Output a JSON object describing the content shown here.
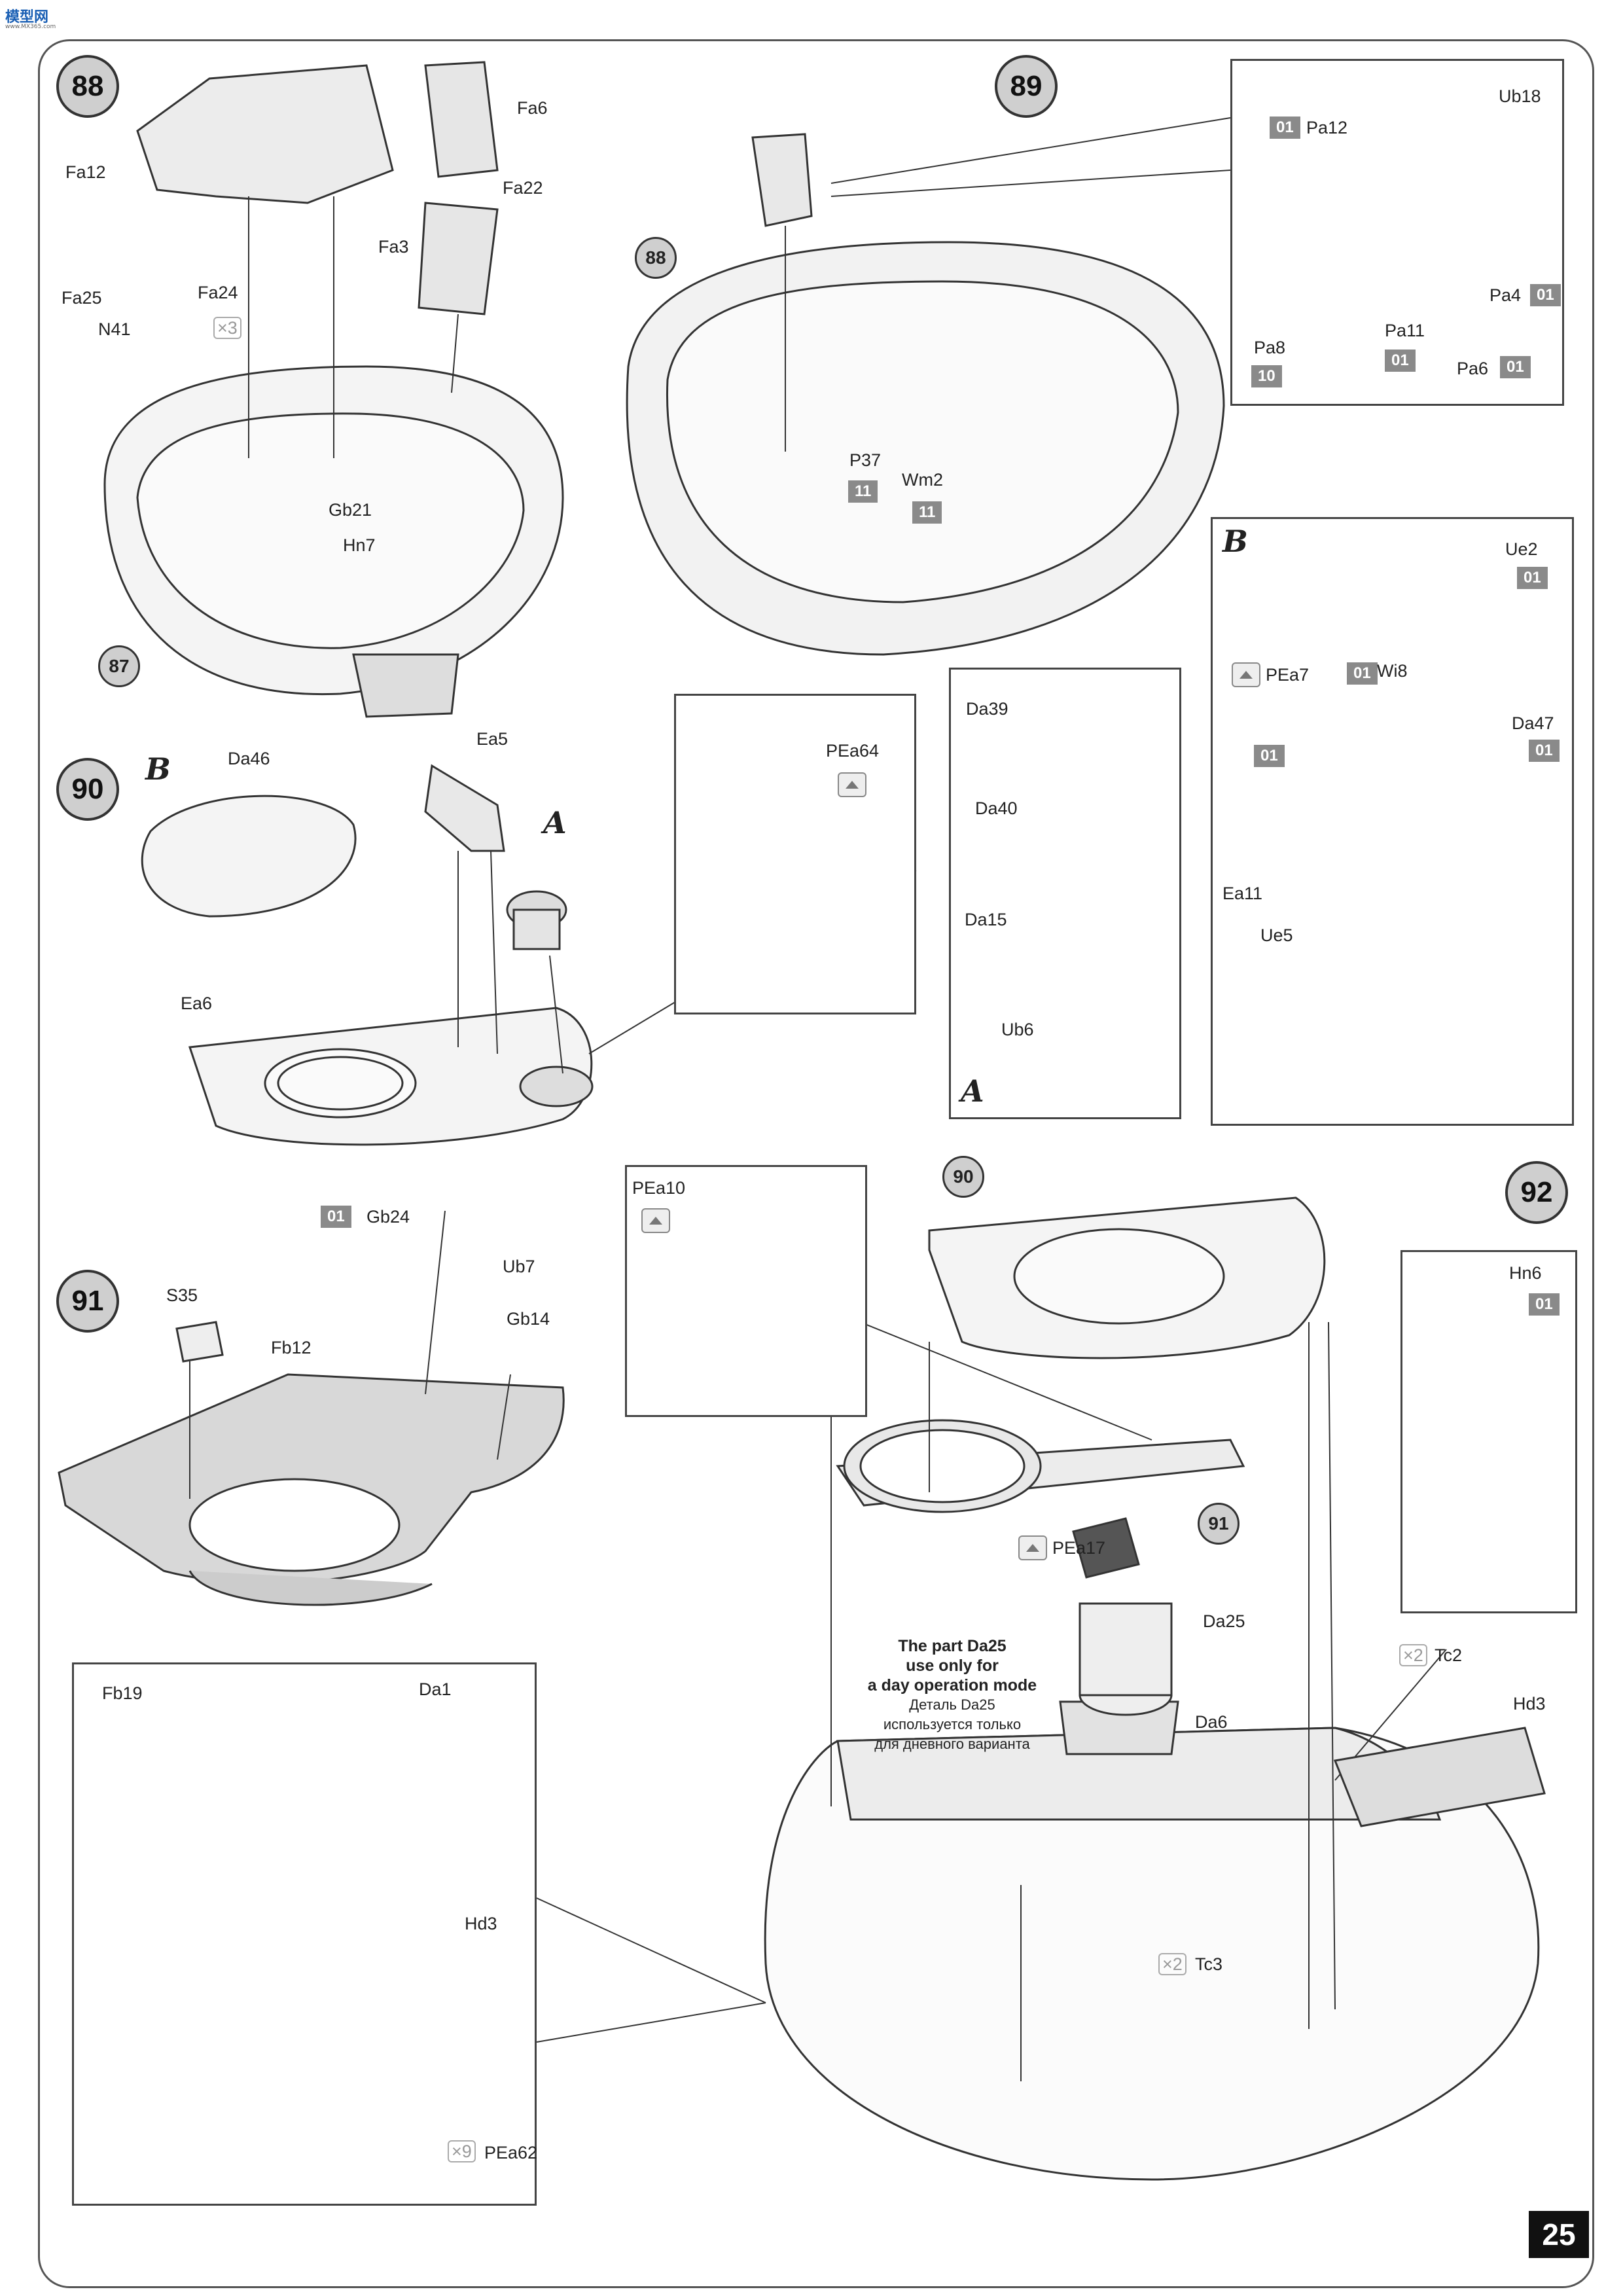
{
  "header": {
    "logo_text": "模型网",
    "logo_sub": "www.MX365.com"
  },
  "page_number": "25",
  "steps": {
    "s88": "88",
    "s89": "89",
    "s90": "90",
    "s91": "91",
    "s92": "92"
  },
  "refs": {
    "r87": "87",
    "r88": "88",
    "r90": "90",
    "r91": "91"
  },
  "subviews": {
    "A1": "A",
    "A2": "A",
    "B1": "B",
    "B2": "B"
  },
  "labels": {
    "Fa12": "Fa12",
    "Fa6": "Fa6",
    "Fa22": "Fa22",
    "Fa3": "Fa3",
    "Fa25": "Fa25",
    "Fa24": "Fa24",
    "N41": "N41",
    "Gb21": "Gb21",
    "Hn7": "Hn7",
    "Pa12": "Pa12",
    "Ub18": "Ub18",
    "Pa4": "Pa4",
    "Pa8": "Pa8",
    "Pa11": "Pa11",
    "Pa6": "Pa6",
    "P37": "P37",
    "Wm2": "Wm2",
    "Da46": "Da46",
    "Ea5": "Ea5",
    "Ea6": "Ea6",
    "PEa64": "PEa64",
    "Da39": "Da39",
    "Da40": "Da40",
    "Da15": "Da15",
    "Ub6": "Ub6",
    "Ue2": "Ue2",
    "PEa7": "PEa7",
    "Wi8": "Wi8",
    "Da47": "Da47",
    "Ea11": "Ea11",
    "Ue5": "Ue5",
    "Gb24": "Gb24",
    "S35": "S35",
    "Fb12": "Fb12",
    "Ub7": "Ub7",
    "Gb14": "Gb14",
    "PEa10": "PEa10",
    "Hn6": "Hn6",
    "PEa17": "PEa17",
    "Da25": "Da25",
    "Da6": "Da6",
    "Tc2": "Tc2",
    "Hd3a": "Hd3",
    "Tc3": "Tc3",
    "Fb19": "Fb19",
    "Da1": "Da1",
    "Hd3b": "Hd3",
    "PEa62": "PEa62"
  },
  "paint_codes": {
    "c_Pa12": "01",
    "c_Pa4": "01",
    "c_Pa8": "10",
    "c_Pa11": "01",
    "c_Pa6": "01",
    "c_P37": "11",
    "c_Wm2": "11",
    "c_Ue2": "01",
    "c_PEa7": "01",
    "c_Wi8": "01",
    "c_Da47": "01",
    "c_Gb24": "01",
    "c_Hn6": "01"
  },
  "quantities": {
    "q_N41": "3",
    "q_Tc2": "2",
    "q_Tc3": "2",
    "q_PEa62": "9"
  },
  "note": {
    "en_line1": "The part Da25",
    "en_line2": "use only for",
    "en_line3": "a day operation mode",
    "ru_line1": "Деталь Da25",
    "ru_line2": "используется только",
    "ru_line3": "для дневного варианта"
  }
}
